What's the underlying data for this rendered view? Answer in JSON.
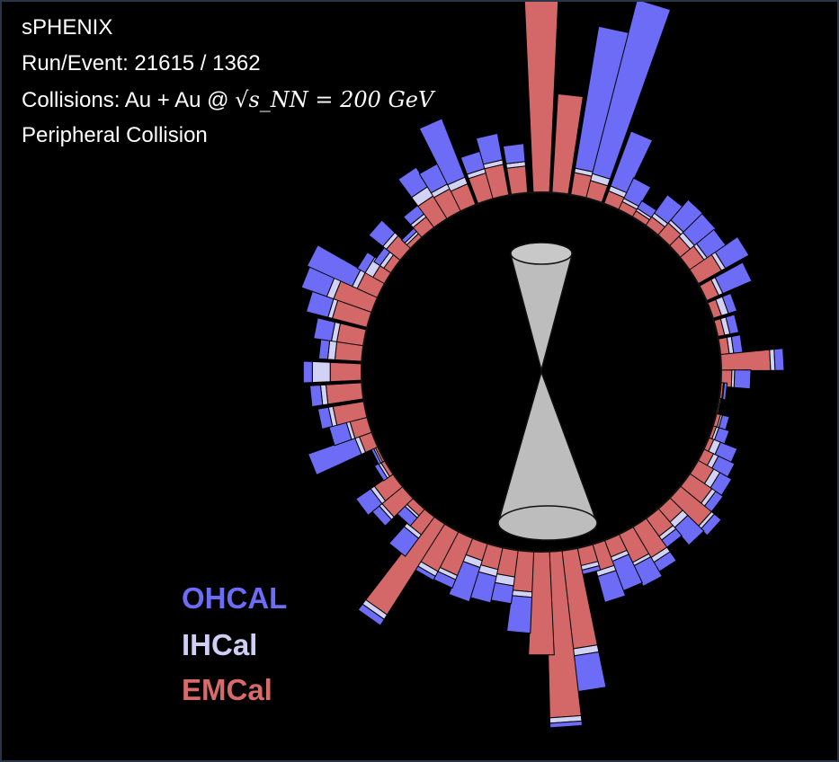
{
  "header": {
    "experiment": "sPHENIX",
    "run_event": "Run/Event: 21615 / 1362",
    "collisions_prefix": "Collisions: Au + Au @ ",
    "collisions_energy": "√s_NN = 200 GeV",
    "centrality": "Peripheral Collision"
  },
  "legend": [
    {
      "label": "OHCAL",
      "color": "#6c6cf7"
    },
    {
      "label": "IHCal",
      "color": "#cfcff5"
    },
    {
      "label": "EMCal",
      "color": "#d96a6a"
    }
  ],
  "colors": {
    "ohcal": "#6c6cf7",
    "ihcal": "#d2d2f4",
    "emcal": "#d46767",
    "cone": "#bdbdbd",
    "detector_ring": "#000000"
  },
  "towers": [
    {
      "angle": 0,
      "emcal": 215,
      "ihcal": 3,
      "ohcal": 8
    },
    {
      "angle": 6,
      "emcal": 110,
      "ihcal": 0,
      "ohcal": 0
    },
    {
      "angle": 12,
      "emcal": 25,
      "ihcal": 5,
      "ohcal": 160
    },
    {
      "angle": 17,
      "emcal": 20,
      "ihcal": 8,
      "ohcal": 200
    },
    {
      "angle": 23,
      "emcal": 15,
      "ihcal": 6,
      "ohcal": 65
    },
    {
      "angle": 28,
      "emcal": 10,
      "ihcal": 4,
      "ohcal": 25
    },
    {
      "angle": 33,
      "emcal": 8,
      "ihcal": 3,
      "ohcal": 10
    },
    {
      "angle": 38,
      "emcal": 12,
      "ihcal": 5,
      "ohcal": 25
    },
    {
      "angle": 43,
      "emcal": 18,
      "ihcal": 4,
      "ohcal": 30
    },
    {
      "angle": 48,
      "emcal": 15,
      "ihcal": 6,
      "ohcal": 30
    },
    {
      "angle": 53,
      "emcal": 20,
      "ihcal": 4,
      "ohcal": 25
    },
    {
      "angle": 58,
      "emcal": 30,
      "ihcal": 5,
      "ohcal": 30
    },
    {
      "angle": 64,
      "emcal": 15,
      "ihcal": 5,
      "ohcal": 35
    },
    {
      "angle": 70,
      "emcal": 10,
      "ihcal": 8,
      "ohcal": 10
    },
    {
      "angle": 76,
      "emcal": 8,
      "ihcal": 6,
      "ohcal": 10
    },
    {
      "angle": 82,
      "emcal": 10,
      "ihcal": 5,
      "ohcal": 10
    },
    {
      "angle": 87,
      "emcal": 55,
      "ihcal": 5,
      "ohcal": 10
    },
    {
      "angle": 92,
      "emcal": 12,
      "ihcal": 3,
      "ohcal": 18
    },
    {
      "angle": 96,
      "emcal": 3,
      "ihcal": 1,
      "ohcal": 3
    },
    {
      "angle": 101,
      "emcal": 2,
      "ihcal": 0,
      "ohcal": 0
    },
    {
      "angle": 106,
      "emcal": 5,
      "ihcal": 2,
      "ohcal": 8
    },
    {
      "angle": 110,
      "emcal": 4,
      "ihcal": 3,
      "ohcal": 12
    },
    {
      "angle": 114,
      "emcal": 6,
      "ihcal": 8,
      "ohcal": 20
    },
    {
      "angle": 118,
      "emcal": 12,
      "ihcal": 6,
      "ohcal": 20
    },
    {
      "angle": 122,
      "emcal": 20,
      "ihcal": 8,
      "ohcal": 15
    },
    {
      "angle": 127,
      "emcal": 30,
      "ihcal": 5,
      "ohcal": 10
    },
    {
      "angle": 132,
      "emcal": 45,
      "ihcal": 4,
      "ohcal": 10
    },
    {
      "angle": 137,
      "emcal": 20,
      "ihcal": 8,
      "ohcal": 25
    },
    {
      "angle": 142,
      "emcal": 25,
      "ihcal": 5,
      "ohcal": 10
    },
    {
      "angle": 147,
      "emcal": 40,
      "ihcal": 6,
      "ohcal": 12
    },
    {
      "angle": 152,
      "emcal": 35,
      "ihcal": 4,
      "ohcal": 25
    },
    {
      "angle": 157,
      "emcal": 20,
      "ihcal": 5,
      "ohcal": 35
    },
    {
      "angle": 162,
      "emcal": 30,
      "ihcal": 6,
      "ohcal": 30
    },
    {
      "angle": 166,
      "emcal": 20,
      "ihcal": 5,
      "ohcal": 5
    },
    {
      "angle": 171,
      "emcal": 110,
      "ihcal": 8,
      "ohcal": 40
    },
    {
      "angle": 176,
      "emcal": 185,
      "ihcal": 6,
      "ohcal": 5
    },
    {
      "angle": 180,
      "emcal": 115,
      "ihcal": 0,
      "ohcal": 0
    },
    {
      "angle": 185,
      "emcal": 45,
      "ihcal": 6,
      "ohcal": 40
    },
    {
      "angle": 190,
      "emcal": 30,
      "ihcal": 10,
      "ohcal": 20
    },
    {
      "angle": 195,
      "emcal": 25,
      "ihcal": 8,
      "ohcal": 30
    },
    {
      "angle": 200,
      "emcal": 20,
      "ihcal": 8,
      "ohcal": 40
    },
    {
      "angle": 205,
      "emcal": 45,
      "ihcal": 5,
      "ohcal": 10
    },
    {
      "angle": 210,
      "emcal": 50,
      "ihcal": 6,
      "ohcal": 5
    },
    {
      "angle": 215,
      "emcal": 120,
      "ihcal": 6,
      "ohcal": 8
    },
    {
      "angle": 219,
      "emcal": 25,
      "ihcal": 5,
      "ohcal": 25
    },
    {
      "angle": 223,
      "emcal": 10,
      "ihcal": 3,
      "ohcal": 12
    },
    {
      "angle": 228,
      "emcal": 30,
      "ihcal": 4,
      "ohcal": 10
    },
    {
      "angle": 233,
      "emcal": 25,
      "ihcal": 5,
      "ohcal": 20
    },
    {
      "angle": 238,
      "emcal": 5,
      "ihcal": 3,
      "ohcal": 5
    },
    {
      "angle": 243,
      "emcal": 3,
      "ihcal": 2,
      "ohcal": 3
    },
    {
      "angle": 248,
      "emcal": 15,
      "ihcal": 5,
      "ohcal": 55
    },
    {
      "angle": 253,
      "emcal": 20,
      "ihcal": 4,
      "ohcal": 20
    },
    {
      "angle": 258,
      "emcal": 35,
      "ihcal": 5,
      "ohcal": 12
    },
    {
      "angle": 264,
      "emcal": 40,
      "ihcal": 6,
      "ohcal": 12
    },
    {
      "angle": 270,
      "emcal": 35,
      "ihcal": 20,
      "ohcal": 10
    },
    {
      "angle": 276,
      "emcal": 30,
      "ihcal": 8,
      "ohcal": 10
    },
    {
      "angle": 281,
      "emcal": 30,
      "ihcal": 6,
      "ohcal": 20
    },
    {
      "angle": 287,
      "emcal": 40,
      "ihcal": 5,
      "ohcal": 25
    },
    {
      "angle": 292,
      "emcal": 45,
      "ihcal": 8,
      "ohcal": 30
    },
    {
      "angle": 297,
      "emcal": 25,
      "ihcal": 6,
      "ohcal": 55
    },
    {
      "angle": 302,
      "emcal": 15,
      "ihcal": 10,
      "ohcal": 10
    },
    {
      "angle": 306,
      "emcal": 10,
      "ihcal": 5,
      "ohcal": 8
    },
    {
      "angle": 311,
      "emcal": 20,
      "ihcal": 5,
      "ohcal": 20
    },
    {
      "angle": 316,
      "emcal": 6,
      "ihcal": 3,
      "ohcal": 5
    },
    {
      "angle": 321,
      "emcal": 15,
      "ihcal": 4,
      "ohcal": 12
    },
    {
      "angle": 326,
      "emcal": 30,
      "ihcal": 12,
      "ohcal": 25
    },
    {
      "angle": 331,
      "emcal": 28,
      "ihcal": 6,
      "ohcal": 25
    },
    {
      "angle": 336,
      "emcal": 25,
      "ihcal": 8,
      "ohcal": 70
    },
    {
      "angle": 342,
      "emcal": 30,
      "ihcal": 5,
      "ohcal": 20
    },
    {
      "angle": 347,
      "emcal": 35,
      "ihcal": 5,
      "ohcal": 30
    },
    {
      "angle": 353,
      "emcal": 30,
      "ihcal": 5,
      "ohcal": 20
    }
  ]
}
